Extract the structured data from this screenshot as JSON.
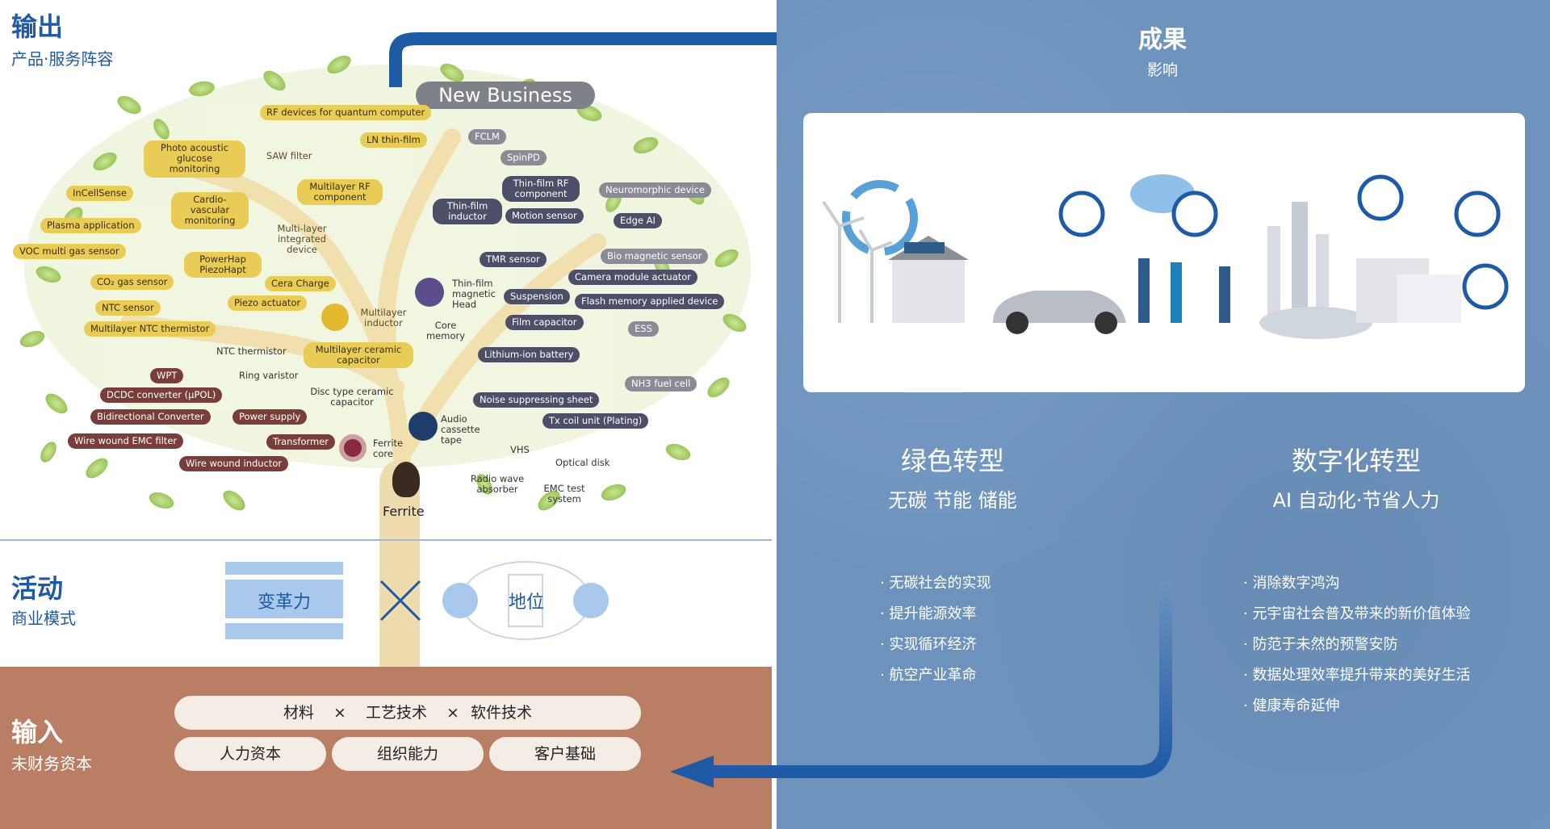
{
  "output": {
    "title": "输出",
    "subtitle": "产品·服务阵容"
  },
  "activity": {
    "title": "活动",
    "subtitle": "商业模式",
    "reform": "变革力",
    "position": "地位"
  },
  "input": {
    "title": "输入",
    "subtitle": "未财务资本",
    "row1": [
      "材料",
      "×",
      "工艺技术",
      "×",
      "软件技术"
    ],
    "row2": [
      "人力资本",
      "组织能力",
      "客户基础"
    ]
  },
  "outcome": {
    "title": "成果",
    "subtitle": "影响"
  },
  "new_business": "New Business",
  "tree_labels": {
    "rf_quantum": "RF devices for quantum computer",
    "ln_thin_film": "LN thin-film",
    "photo_acoustic": "Photo acoustic glucose monitoring",
    "saw_filter": "SAW filter",
    "fclm": "FCLM",
    "spinpd": "SpinPD",
    "incellsense": "InCellSense",
    "cardio": "Cardio-vascular monitoring",
    "multilayer_rf": "Multilayer RF component",
    "thin_film_rf": "Thin-film RF component",
    "neuromorphic": "Neuromorphic device",
    "plasma": "Plasma application",
    "multilayer_integrated": "Multi-layer integrated device",
    "thin_film_inductor": "Thin-film inductor",
    "motion_sensor": "Motion sensor",
    "edge_ai": "Edge AI",
    "voc": "VOC multi gas sensor",
    "powerhap": "PowerHap PiezoHapt",
    "tmr": "TMR sensor",
    "bio_magnetic": "Bio magnetic sensor",
    "co2": "CO₂ gas sensor",
    "cera_charge": "Cera Charge",
    "thin_film_head": "Thin-film magnetic Head",
    "camera_actuator": "Camera module actuator",
    "ntc_sensor": "NTC sensor",
    "piezo_actuator": "Piezo actuator",
    "suspension": "Suspension",
    "flash_memory": "Flash memory applied device",
    "multilayer_inductor": "Multilayer inductor",
    "multilayer_ntc": "Multilayer NTC thermistor",
    "core_memory": "Core memory",
    "film_capacitor": "Film capacitor",
    "ess": "ESS",
    "ntc_thermistor": "NTC thermistor",
    "multilayer_ceramic": "Multilayer ceramic capacitor",
    "lithium_battery": "Lithium-ion battery",
    "wpt": "WPT",
    "ring_varistor": "Ring varistor",
    "nh3": "NH3 fuel cell",
    "dcdc": "DCDC converter (μPOL)",
    "disc_type": "Disc type ceramic capacitor",
    "noise_sheet": "Noise suppressing sheet",
    "bidirectional": "Bidirectional Converter",
    "power_supply": "Power supply",
    "audio_tape": "Audio cassette tape",
    "tx_coil": "Tx coil unit (Plating)",
    "wire_emc": "Wire wound EMC filter",
    "transformer": "Transformer",
    "ferrite_core": "Ferrite core",
    "vhs": "VHS",
    "optical_disk": "Optical disk",
    "wire_inductor": "Wire wound inductor",
    "radio_absorber": "Radio wave absorber",
    "emc_test": "EMC test system",
    "ferrite": "Ferrite"
  },
  "green": {
    "title": "绿色转型",
    "subtitle": "无碳 节能 储能",
    "items": [
      "无碳社会的实现",
      "提升能源效率",
      "实现循环经济",
      "航空产业革命"
    ]
  },
  "digital": {
    "title": "数字化转型",
    "subtitle": "AI 自动化·节省人力",
    "items": [
      "消除数字鸿沟",
      "元宇宙社会普及带来的新价值体验",
      "防范于未然的预警安防",
      "数据处理效率提升带来的美好生活",
      "健康寿命延伸"
    ]
  },
  "colors": {
    "brand_blue": "#1e5aa6",
    "right_bg": "#6d93bd",
    "soil": "#b97e64",
    "leaf": "#a9cd62"
  }
}
